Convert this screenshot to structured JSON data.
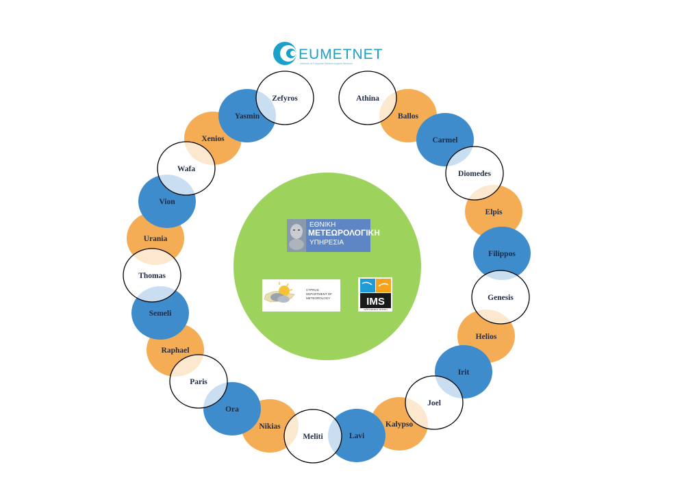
{
  "header": {
    "logo_text": "EUMETNET",
    "logo_tagline": "Network of European Meteorological Services"
  },
  "colors": {
    "orange": "#f5ad55",
    "blue": "#3e8ccc",
    "white_fill": "#ffffff",
    "outline": "#000000",
    "center": "#9dd35c",
    "label": "#1f2a44"
  },
  "center": {
    "hnms_logo": {
      "line1": "ΕΘΝΙΚΗ",
      "line2": "ΜΕΤΕΩΡΟΛΟΓΙΚΗ",
      "line3": "ΥΠΗΡΕΣΙΑ",
      "icon": "statue-head-icon"
    },
    "cyprus_logo": {
      "line1": "CYPRUS",
      "line2": "DEPARTMENT OF",
      "line3": "METEOROLOGY",
      "icon": "sun-cloud-icon"
    },
    "ims_logo": {
      "text": "IMS",
      "subtext": "השירות המטאורולוגי",
      "icon": "map-icon"
    }
  },
  "names": [
    {
      "name": "Athina",
      "style": "white"
    },
    {
      "name": "Ballos",
      "style": "orange"
    },
    {
      "name": "Carmel",
      "style": "blue"
    },
    {
      "name": "Diomedes",
      "style": "white"
    },
    {
      "name": "Elpis",
      "style": "orange"
    },
    {
      "name": "Filippos",
      "style": "blue"
    },
    {
      "name": "Genesis",
      "style": "white"
    },
    {
      "name": "Helios",
      "style": "orange"
    },
    {
      "name": "Irit",
      "style": "blue"
    },
    {
      "name": "Joel",
      "style": "white"
    },
    {
      "name": "Kalypso",
      "style": "orange"
    },
    {
      "name": "Lavi",
      "style": "blue"
    },
    {
      "name": "Meliti",
      "style": "white"
    },
    {
      "name": "Nikias",
      "style": "orange"
    },
    {
      "name": "Ora",
      "style": "blue"
    },
    {
      "name": "Paris",
      "style": "white"
    },
    {
      "name": "Raphael",
      "style": "orange"
    },
    {
      "name": "Semeli",
      "style": "blue"
    },
    {
      "name": "Thomas",
      "style": "white"
    },
    {
      "name": "Urania",
      "style": "orange"
    },
    {
      "name": "Vion",
      "style": "blue"
    },
    {
      "name": "Wafa",
      "style": "white"
    },
    {
      "name": "Xenios",
      "style": "orange"
    },
    {
      "name": "Yasmin",
      "style": "blue"
    },
    {
      "name": "Zefyros",
      "style": "white"
    }
  ]
}
